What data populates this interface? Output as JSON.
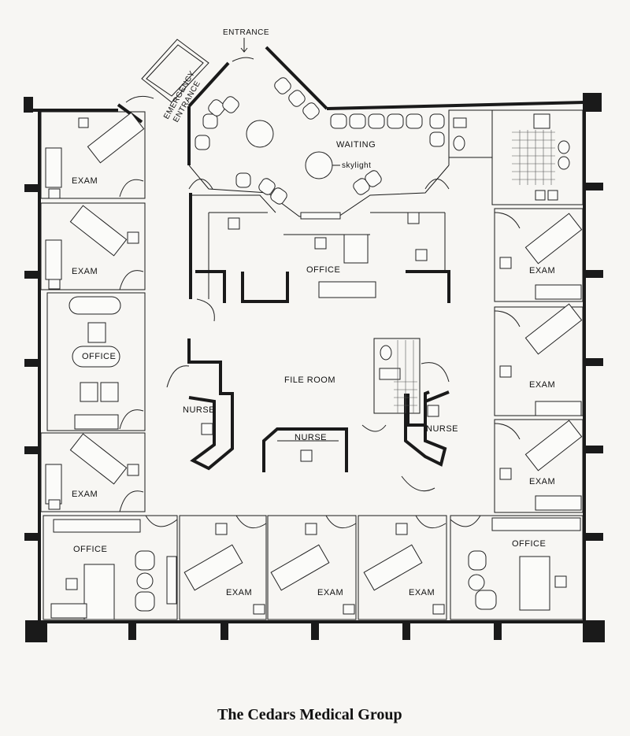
{
  "caption": "The Cedars Medical Group",
  "labels": {
    "entrance": "ENTRANCE",
    "emergency_1": "EMERGENCY",
    "emergency_2": "ENTRANCE",
    "waiting": "WAITING",
    "skylight": "skylight",
    "office_center": "OFFICE",
    "office_left": "OFFICE",
    "office_bottom_left": "OFFICE",
    "office_bottom_right": "OFFICE",
    "file_room": "FILE    ROOM",
    "nurse_left": "NURSE",
    "nurse_center": "NURSE",
    "nurse_right": "NURSE",
    "exam_l1": "EXAM",
    "exam_l2": "EXAM",
    "exam_l3": "EXAM",
    "exam_r1": "EXAM",
    "exam_r2": "EXAM",
    "exam_r3": "EXAM",
    "exam_b1": "EXAM",
    "exam_b2": "EXAM",
    "exam_b3": "EXAM"
  }
}
